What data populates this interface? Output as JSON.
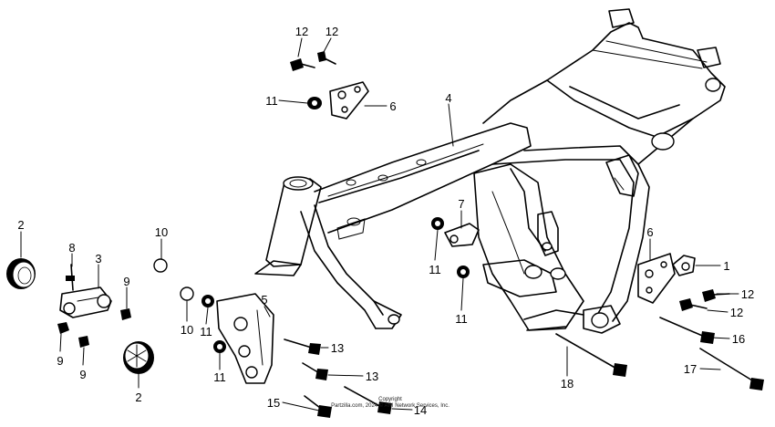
{
  "callouts": {
    "c1": "1",
    "c2a": "2",
    "c2b": "2",
    "c3": "3",
    "c4": "4",
    "c5": "5",
    "c6a": "6",
    "c6b": "6",
    "c7": "7",
    "c8": "8",
    "c9a": "9",
    "c9b": "9",
    "c9c": "9",
    "c10a": "10",
    "c10b": "10",
    "c11a": "11",
    "c11b": "11",
    "c11c": "11",
    "c11d": "11",
    "c11e": "11",
    "c12a": "12",
    "c12b": "12",
    "c12c": "12",
    "c12d": "12",
    "c13a": "13",
    "c13b": "13",
    "c14": "14",
    "c15": "15",
    "c16": "16",
    "c17": "17",
    "c18": "18"
  },
  "copyright": {
    "line1": "Copyright",
    "line2": "Partzilla.com, 2024 © ARI Network Services, Inc."
  }
}
